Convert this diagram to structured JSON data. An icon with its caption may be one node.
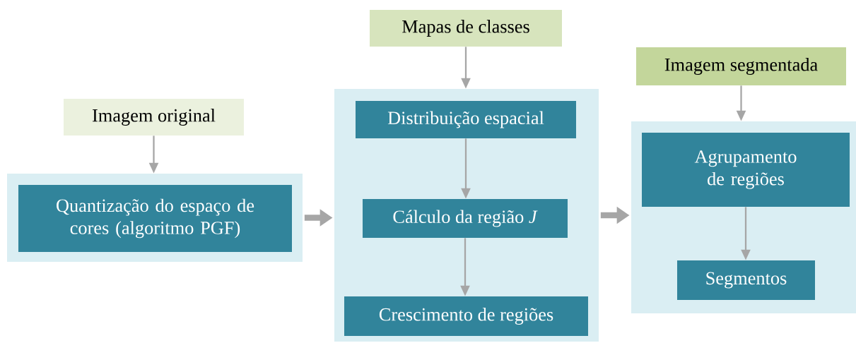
{
  "diagram": {
    "nodes": [
      {
        "text": [
          "Imagem original"
        ]
      },
      {
        "text": [],
        "shape": "box"
      },
      {
        "text": [
          "Quantização do espaço de cores (algoritmo PGF)"
        ],
        "in": 1
      },
      {
        "text": [
          "Mapas de classes"
        ]
      },
      {
        "text": [],
        "shape": "box"
      },
      {
        "text": [
          "Distribuição espacial"
        ],
        "in": 4
      },
      {
        "text": [
          "Cálculo da região *J*"
        ],
        "in": 4
      },
      {
        "text": [
          "Crescimento de regiões"
        ],
        "in": 4
      },
      {
        "text": [
          "Imagem segmentada"
        ]
      },
      {
        "text": [],
        "shape": "box"
      },
      {
        "text": [
          "Agrupamento de regiões"
        ],
        "in": 9
      },
      {
        "text": [
          "Segmentos"
        ],
        "in": 9
      }
    ],
    "edges": [
      {
        "from": 0,
        "to": 1,
        "arrow": "to"
      },
      {
        "from": 3,
        "to": 4,
        "arrow": "to"
      },
      {
        "from": 8,
        "to": 9,
        "arrow": "to"
      },
      {
        "from": 5,
        "to": 6,
        "arrow": "to"
      },
      {
        "from": 6,
        "to": 7,
        "arrow": "to"
      },
      {
        "from": 10,
        "to": 11,
        "arrow": "to"
      },
      {
        "from": 1,
        "to": 4,
        "arrow": "to",
        "style": "thick"
      },
      {
        "from": 4,
        "to": 9,
        "arrow": "to",
        "style": "thick"
      }
    ]
  }
}
